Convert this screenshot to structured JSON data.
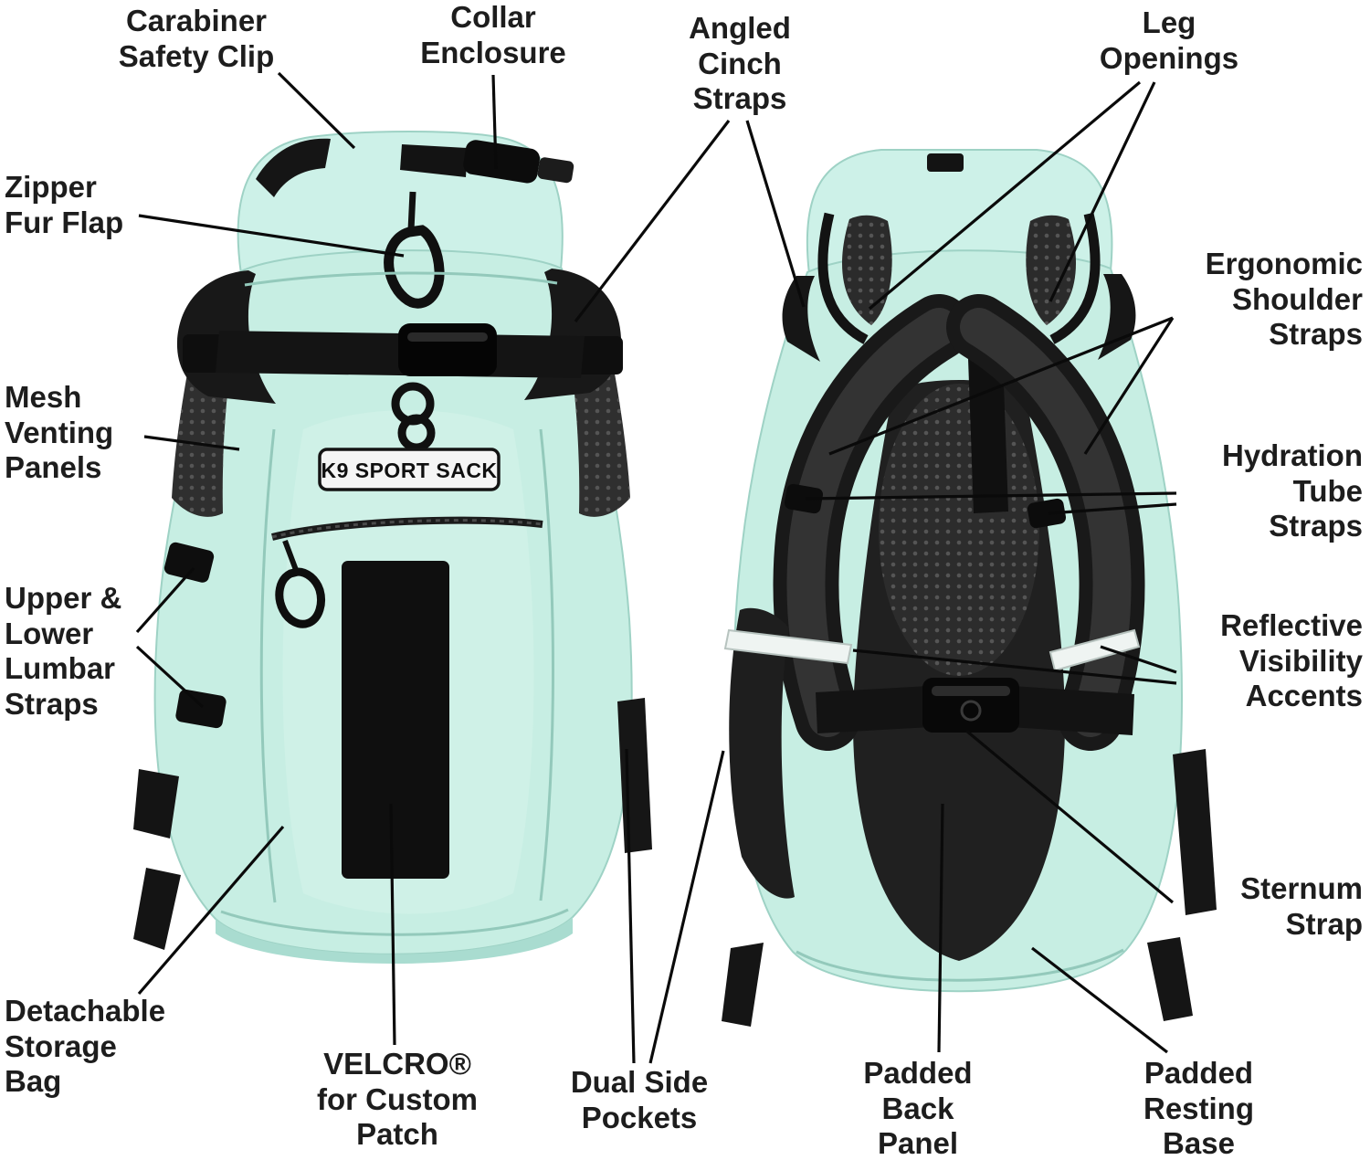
{
  "page": {
    "description": "Annotated feature diagram of a K9 Sport Sack dog carrier backpack shown in front and back views"
  },
  "logo": {
    "text": "K9 SPORT SACK"
  },
  "colors": {
    "bag_mint": "#c7eee3",
    "bag_mint_light": "#cdf1e8",
    "bag_mint_dark": "#a9dcd0",
    "strap_black": "#171717",
    "mesh_gray": "#2f2f2f",
    "reflective_white": "#eff4f2",
    "label_text": "#1d1d1d",
    "leader_line": "#0a0a0a"
  },
  "labels": {
    "carabiner_safety_clip": "Carabiner\nSafety Clip",
    "collar_enclosure": "Collar\nEnclosure",
    "angled_cinch_straps": "Angled\nCinch\nStraps",
    "leg_openings": "Leg\nOpenings",
    "zipper_fur_flap": "Zipper\nFur Flap",
    "ergonomic_shoulder_straps": "Ergonomic\nShoulder\nStraps",
    "mesh_venting_panels": "Mesh\nVenting\nPanels",
    "hydration_tube_straps": "Hydration\nTube\nStraps",
    "upper_lower_lumbar_straps": "Upper &\nLower\nLumbar\nStraps",
    "reflective_visibility_accents": "Reflective\nVisibility\nAccents",
    "sternum_strap": "Sternum\nStrap",
    "detachable_storage_bag": "Detachable\nStorage\nBag",
    "velcro_for_custom_patch": "VELCRO®\nfor Custom\nPatch",
    "dual_side_pockets": "Dual Side\nPockets",
    "padded_back_panel": "Padded\nBack\nPanel",
    "padded_resting_base": "Padded\nResting\nBase"
  }
}
